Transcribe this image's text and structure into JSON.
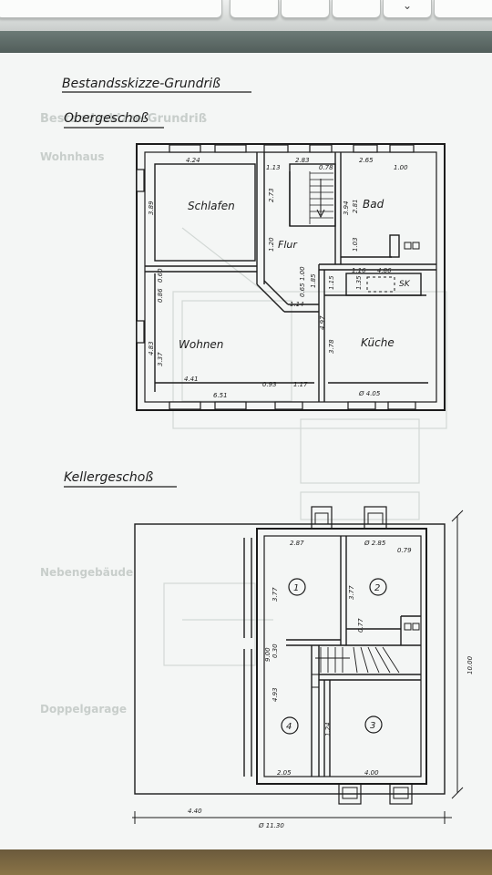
{
  "title": "Bestandsskizze-Grundriß",
  "upper": {
    "heading": "Obergeschoß",
    "rooms": {
      "schlafen": "Schlafen",
      "flur": "Flur",
      "bad": "Bad",
      "wohnen": "Wohnen",
      "kueche": "Küche",
      "sk": "SK"
    },
    "dims": {
      "d424": "4.24",
      "d113": "1.13",
      "d283": "2.83",
      "d078": "0.78",
      "d265": "2.65",
      "d100a": "1.00",
      "d389": "3.89",
      "d273": "2.73",
      "d394": "3.94",
      "d281": "2.81",
      "d120": "1.20",
      "d103": "1.03",
      "d060": "0.60",
      "d086": "0.86",
      "d114": "1.14",
      "d065": "0.65",
      "d100b": "1.00",
      "d185": "1.85",
      "d116": "1.16",
      "d486": "4.86",
      "d115": "1.15",
      "d135": "1.35",
      "d483": "4.83",
      "d337": "3.37",
      "d497": "4.97",
      "d378": "3.78",
      "d441": "4.41",
      "d093": "0.93",
      "d117": "1.17",
      "d651": "6.51",
      "d405": "Ø 4.05"
    }
  },
  "basement": {
    "heading": "Kellergeschoß",
    "rooms": {
      "r1": "1",
      "r2": "2",
      "r3": "3",
      "r4": "4"
    },
    "dims": {
      "d287": "2.87",
      "d285": "Ø 2.85",
      "d079": "0.79",
      "d377a": "3.77",
      "d377b": "3.77",
      "d077": "0.77",
      "d900": "9.00",
      "d030": "0.30",
      "d493": "4.93",
      "d124": "1.24",
      "d205": "2.05",
      "d400": "4.00",
      "d1000": "10.00",
      "d440": "4.40",
      "d1130": "Ø 11.30"
    }
  },
  "ghost_labels": {
    "g1": "Wohnhaus",
    "g2": "Nebengebäude",
    "g3": "Doppelgarage"
  }
}
